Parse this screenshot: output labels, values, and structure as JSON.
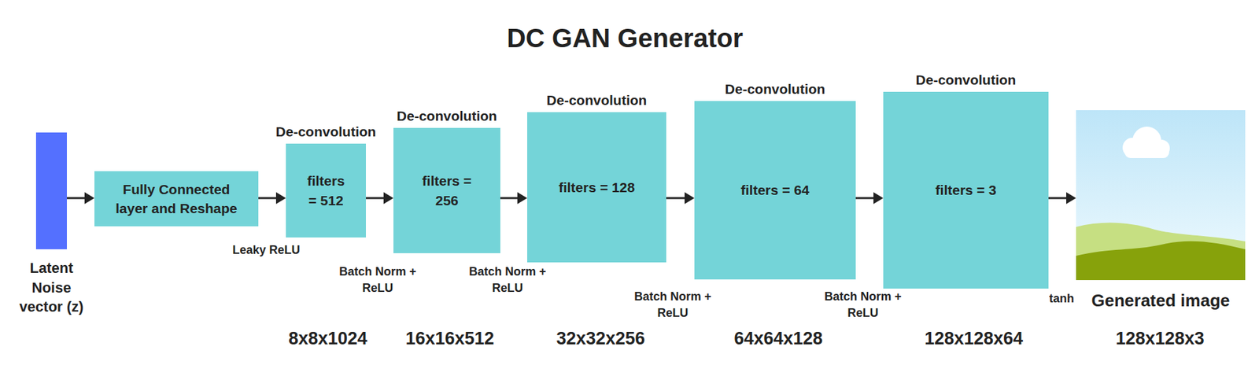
{
  "diagram": {
    "title": "DC GAN Generator",
    "nodes": [
      {
        "text": [
          "Latent Noise vector (z)"
        ]
      },
      {
        "text": [
          "Fully Connected layer and Reshape"
        ]
      },
      {
        "text": [
          "De-convolution",
          "filters = 512"
        ]
      },
      {
        "text": [
          "De-convolution",
          "filters = 256"
        ]
      },
      {
        "text": [
          "De-convolution",
          "filters = 128"
        ]
      },
      {
        "text": [
          "De-convolution",
          "filters = 64"
        ]
      },
      {
        "text": [
          "De-convolution",
          "filters = 3"
        ]
      },
      {
        "text": [
          "Generated image"
        ]
      }
    ],
    "edges": [
      {
        "from": 0,
        "to": 1,
        "arrow": "to"
      },
      {
        "from": 1,
        "to": 2,
        "arrow": "to"
      },
      {
        "from": 2,
        "to": 3,
        "arrow": "to"
      },
      {
        "from": 3,
        "to": 4,
        "arrow": "to"
      },
      {
        "from": 4,
        "to": 5,
        "arrow": "to"
      },
      {
        "from": 5,
        "to": 6,
        "arrow": "to"
      },
      {
        "from": 6,
        "to": 7,
        "arrow": "to"
      }
    ],
    "labels": [
      "Leaky ReLU",
      "Batch Norm + ReLU",
      "Batch Norm + ReLU",
      "Batch Norm + ReLU",
      "Batch Norm + ReLU",
      "tanh",
      "8x8x1024",
      "16x16x512",
      "32x32x256",
      "64x64x128",
      "128x128x64",
      "128x128x3"
    ]
  }
}
